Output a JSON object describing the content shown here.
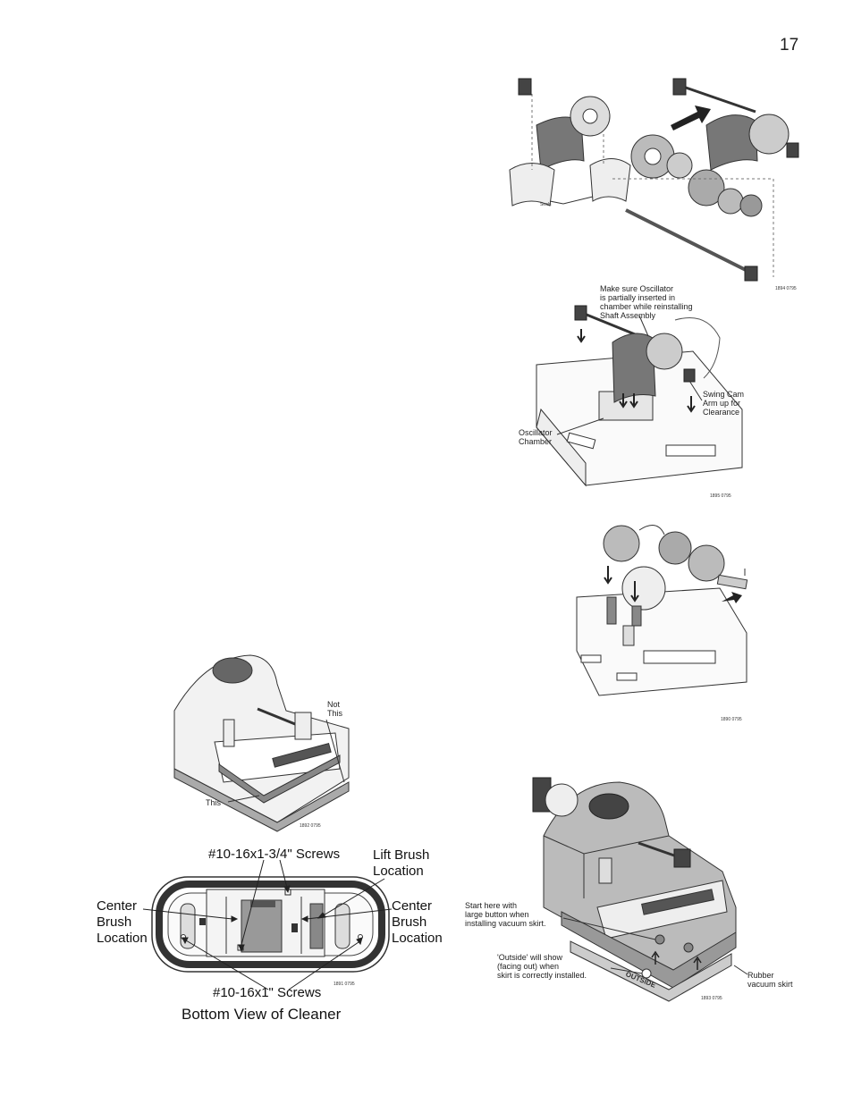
{
  "page": {
    "number": "17"
  },
  "fig_top": {
    "seals": "Seals",
    "code": "1894 0795"
  },
  "fig_oscillator": {
    "note": [
      "Make sure Oscillator",
      "is partially inserted in",
      "chamber while reinstalling",
      "Shaft Assembly"
    ],
    "swing": [
      "Swing Cam",
      "Arm up for",
      "Clearance"
    ],
    "chamber": [
      "Oscillator",
      "Chamber"
    ],
    "code": "1895 0795"
  },
  "fig_gears": {
    "code": "1890 0795"
  },
  "fig_lift": {
    "not_this": [
      "Not",
      "This"
    ],
    "this": "This",
    "code": "1892 0795"
  },
  "fig_bottom": {
    "screws_top": "#10-16x1-3/4\" Screws",
    "lift_brush": [
      "Lift Brush",
      "Location"
    ],
    "center_left": [
      "Center",
      "Brush",
      "Location"
    ],
    "center_right": [
      "Center",
      "Brush",
      "Location"
    ],
    "screws_bottom": "#10-16x1\" Screws",
    "code": "1891 0795",
    "caption": "Bottom View of Cleaner"
  },
  "fig_skirt": {
    "start": [
      "Start here with",
      "large button when",
      "installing vacuum skirt."
    ],
    "outside_note": [
      "'Outside' will show",
      "(facing out) when",
      "skirt is correctly installed."
    ],
    "outside_word": "OUTSIDE",
    "rubber": [
      "Rubber",
      "vacuum skirt"
    ],
    "code": "1893 0795"
  }
}
